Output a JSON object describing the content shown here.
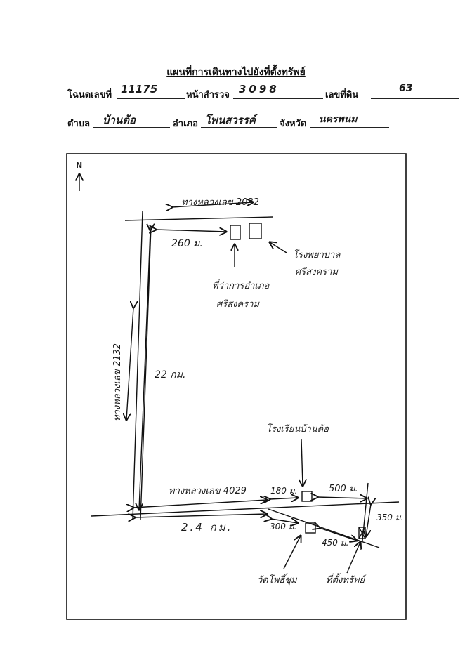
{
  "header": {
    "title": "แผนที่การเดินทางไปยังที่ตั้งทรัพย์",
    "deed_label": "โฉนดเลขที่",
    "deed_value": "11175",
    "survey_label": "หน้าสำรวจ",
    "survey_value": "3098",
    "land_label": "เลขที่ดิน",
    "land_value": "63",
    "subdistrict_label": "ตำบล",
    "subdistrict_value": "บ้านต้อ",
    "district_label": "อำเภอ",
    "district_value": "โพนสวรรค์",
    "province_label": "จังหวัด",
    "province_value": "นครพนม"
  },
  "map": {
    "north": "N",
    "road_top": "ทางหลวงเลข 2032",
    "dist_260": "260 ม.",
    "hospital_l1": "โรงพยาบาล",
    "hospital_l2": "ศรีสงคราม",
    "office_l1": "ที่ว่าการอำเภอ",
    "office_l2": "ศรีสงคราม",
    "road_left": "ทางหลวงเลข 2132",
    "dist_22": "22 กม.",
    "school": "โรงเรียนบ้านต้อ",
    "road_bottom": "ทางหลวงเลข 4029",
    "dist_180": "180 ม.",
    "dist_500": "500 ม.",
    "dist_350": "350 ม.",
    "dist_24": "2.4 กม.",
    "dist_300": "300 ม.",
    "dist_450": "450 ม.",
    "temple": "วัดโพธิ์ชุม",
    "property": "ที่ตั้งทรัพย์"
  }
}
